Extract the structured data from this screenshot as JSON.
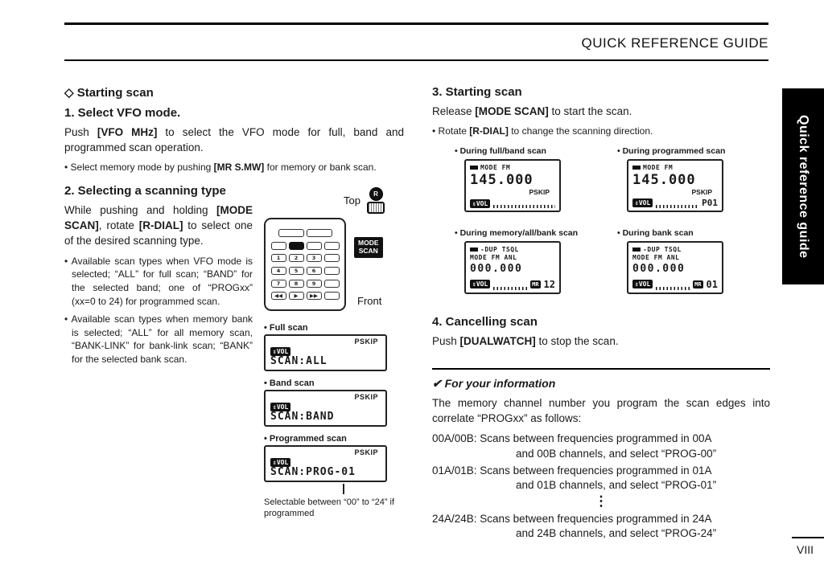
{
  "colors": {
    "ink": "#111111",
    "paper": "#ffffff"
  },
  "header": {
    "title": "QUICK REFERENCE GUIDE",
    "side_tab": "Quick reference guide",
    "page_number": "VIII"
  },
  "left": {
    "start_title": "◇ Starting scan",
    "s1_title": "1. Select VFO mode.",
    "s1_p": [
      "Push ",
      "[VFO MHz]",
      " to select the VFO mode for full, band and programmed scan operation."
    ],
    "s1_b": [
      "• Select memory mode by pushing ",
      "[MR S.MW]",
      " for memory or bank scan."
    ],
    "s2_title": "2. Selecting a scanning type",
    "s2_p": [
      "While pushing and holding ",
      "[MODE SCAN]",
      ", rotate ",
      "[R-DIAL]",
      " to select one of the desired scanning type."
    ],
    "s2_b1": "• Available scan types when VFO mode is selected; “ALL” for full scan; “BAND” for the selected band; one of “PROGxx” (xx=0 to 24) for programmed scan.",
    "s2_b2": "• Available scan types when memory bank is selected; “ALL” for all memory scan, “BANK-LINK” for bank-link scan; “BANK” for the selected bank scan.",
    "device": {
      "top_label": "Top",
      "front_label": "Front",
      "knob_label": "R",
      "badge_line1": "MODE",
      "badge_line2": "SCAN",
      "keys": [
        [
          "1",
          "2",
          "3"
        ],
        [
          "4",
          "5",
          "6"
        ],
        [
          "7",
          "8",
          "9"
        ],
        [
          "◀◀",
          "▶",
          "▶▶"
        ]
      ]
    },
    "scans": [
      {
        "label": "• Full scan",
        "pskip": "PSKIP",
        "vol": "⇕VOL",
        "line": "SCAN:ALL"
      },
      {
        "label": "• Band scan",
        "pskip": "PSKIP",
        "vol": "⇕VOL",
        "line": "SCAN:BAND"
      },
      {
        "label": "• Programmed scan",
        "pskip": "PSKIP",
        "vol": "⇕VOL",
        "line": "SCAN:PROG-01"
      }
    ],
    "caption": "Selectable between “00” to “24” if programmed"
  },
  "right": {
    "s3_title": "3. Starting scan",
    "s3_p": [
      "Release ",
      "[MODE SCAN]",
      " to start the scan."
    ],
    "s3_b": [
      "• Rotate ",
      "[R-DIAL]",
      " to change the scanning direction."
    ],
    "displays": [
      {
        "label": "• During full/band scan",
        "mode": "MODE FM",
        "freq": "145.000",
        "pskip": "PSKIP",
        "vol": "⇕VOL"
      },
      {
        "label": "• During programmed scan",
        "mode": "MODE FM",
        "freq": "145.000",
        "pskip": "PSKIP",
        "vol": "⇕VOL",
        "prog": "P01"
      },
      {
        "label": "• During memory/all/bank scan",
        "mode": "-DUP TSQL",
        "mode2": "MODE FM ANL",
        "freq": "000.000",
        "vol": "⇕VOL",
        "mr": "MR",
        "ch": "12"
      },
      {
        "label": "• During bank scan",
        "mode": "-DUP TSQL",
        "mode2": "MODE FM ANL",
        "freq": "000.000",
        "vol": "⇕VOL",
        "mr": "MR",
        "ch": "01"
      }
    ],
    "s4_title": "4. Cancelling scan",
    "s4_p": [
      "Push ",
      "[DUALWATCH]",
      " to stop the scan."
    ],
    "info_title": "✔ For your information",
    "info_p": "The memory channel number you program the scan edges into correlate “PROGxx” as follows:",
    "info_items": [
      {
        "l1": "00A/00B: Scans between frequencies programmed in 00A",
        "l2": "and 00B channels, and select “PROG-00”"
      },
      {
        "l1": "01A/01B: Scans between frequencies programmed in 01A",
        "l2": "and 01B channels, and select “PROG-01”"
      },
      {
        "l1": "24A/24B: Scans between frequencies programmed in 24A",
        "l2": "and 24B channels, and select “PROG-24”"
      }
    ],
    "ellipsis": "⋮"
  }
}
